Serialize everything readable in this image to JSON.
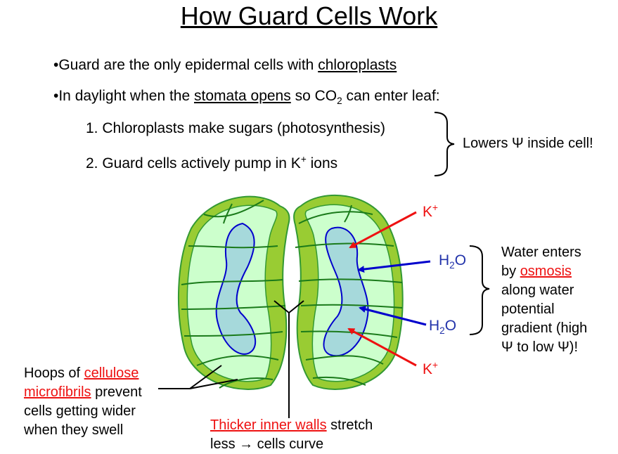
{
  "title": "How Guard Cells Work",
  "bullet1": {
    "pre": "•Guard are the only epidermal cells with ",
    "link": "chloroplasts"
  },
  "bullet2": {
    "pre": "•In daylight when the ",
    "link": "stomata opens",
    "mid": " so CO",
    "sub": "2",
    "post": " can enter leaf:"
  },
  "item1": "1. Chloroplasts make sugars (photosynthesis)",
  "item2": {
    "pre": "2. Guard cells actively pump in K",
    "sup": "+",
    "post": " ions"
  },
  "brace_note": "Lowers Ψ inside cell!",
  "labels": {
    "k_top": {
      "base": "K",
      "sup": "+"
    },
    "k_bottom": {
      "base": "K",
      "sup": "+"
    },
    "h2o_top": {
      "pre": "H",
      "sub": "2",
      "post": "O"
    },
    "h2o_bottom": {
      "pre": "H",
      "sub": "2",
      "post": "O"
    }
  },
  "water_note": {
    "line1": "Water enters",
    "line2_pre": "by ",
    "line2_link": "osmosis",
    "line3": "along water",
    "line4": "potential",
    "line5": "gradient (high",
    "line6": "Ψ to low Ψ)!"
  },
  "hoops_note": {
    "line1_pre": "Hoops of ",
    "line1_link": "cellulose",
    "line2_link": "microfibrils",
    "line2_post": " prevent",
    "line3": "cells getting wider",
    "line4": "when they swell"
  },
  "walls_note": {
    "line1_link": "Thicker inner walls",
    "line1_post": " stretch",
    "line2": "less → cells curve"
  },
  "colors": {
    "cell_outer": "#99cc33",
    "cell_inner": "#ccffcc",
    "vacuole": "#a6d9db",
    "outline": "#339933",
    "vacuole_edge": "#0000cc",
    "arrow_red": "#ee1111",
    "arrow_blue": "#0000cc"
  }
}
